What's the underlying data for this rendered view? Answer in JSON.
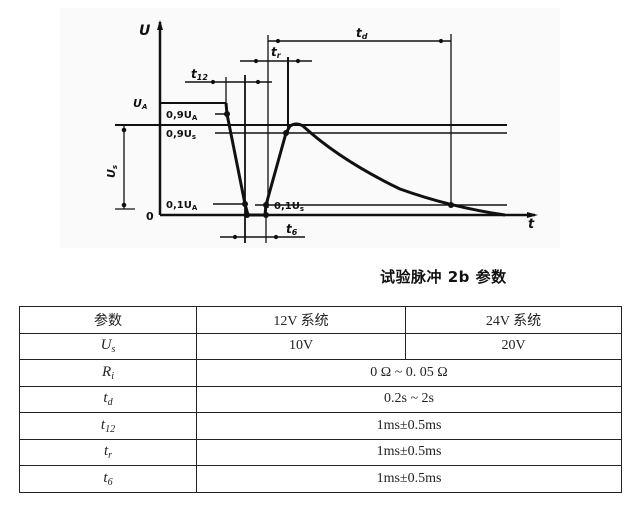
{
  "diagram": {
    "axis_labels": {
      "y": "U",
      "x": "t",
      "origin": "0"
    },
    "level_labels": {
      "ua": "U",
      "ua_sub": "A",
      "p09ua": "0,9U",
      "p09ua_sub": "A",
      "p09us": "0,9U",
      "p09us_sub": "s",
      "p01ua": "0,1U",
      "p01ua_sub": "A",
      "p01us": "0,1U",
      "p01us_sub": "s",
      "us": "U",
      "us_sub": "s"
    },
    "time_labels": {
      "t12": "t",
      "t12_sub": "12",
      "tr": "t",
      "tr_sub": "r",
      "td": "t",
      "td_sub": "d",
      "t6": "t",
      "t6_sub": "6"
    }
  },
  "caption": "试验脉冲 2b 参数",
  "table": {
    "headers": [
      "参数",
      "12V 系统",
      "24V 系统"
    ],
    "rows": [
      {
        "param": "U",
        "param_sub": "s",
        "v12": "10V",
        "v24": "20V"
      },
      {
        "param": "R",
        "param_sub": "i",
        "value": "0 Ω ~ 0. 05 Ω"
      },
      {
        "param": "t",
        "param_sub": "d",
        "value": "0.2s ~ 2s"
      },
      {
        "param": "t",
        "param_sub": "12",
        "value": "1ms±0.5ms"
      },
      {
        "param": "t",
        "param_sub": "r",
        "value": "1ms±0.5ms"
      },
      {
        "param": "t",
        "param_sub": "6",
        "value": "1ms±0.5ms"
      }
    ]
  }
}
